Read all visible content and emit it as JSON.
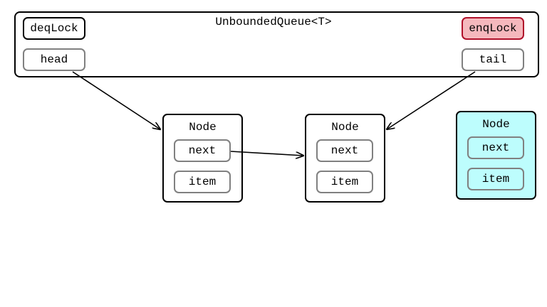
{
  "queue": {
    "title": "UnboundedQueue<T>",
    "deq_lock": "deqLock",
    "enq_lock": "enqLock",
    "head": "head",
    "tail": "tail"
  },
  "nodes": [
    {
      "label": "Node",
      "next": "next",
      "item": "item"
    },
    {
      "label": "Node",
      "next": "next",
      "item": "item"
    },
    {
      "label": "Node",
      "next": "next",
      "item": "item"
    }
  ],
  "colors": {
    "enq_lock_fill": "#f5b8bd",
    "enq_lock_border": "#b0102a",
    "new_node_fill": "#bdfdfd"
  }
}
